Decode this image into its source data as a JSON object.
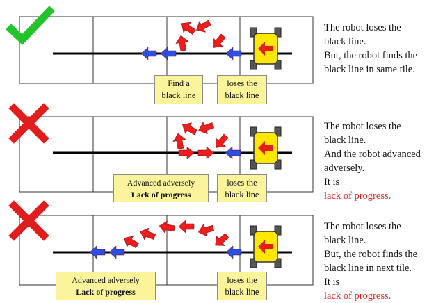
{
  "colors": {
    "check": "#22c42a",
    "cross": "#e01e1e",
    "red_arrow": "#ee1c1c",
    "blue_arrow": "#2b4fe0",
    "robot_body": "#ffe800",
    "callout_bg": "#fbf49a",
    "emphasis": "#e0201c"
  },
  "panels": [
    {
      "status_icon": "check-icon",
      "callouts": [
        {
          "lines": [
            "Find a",
            "black line"
          ],
          "strong": false
        },
        {
          "lines": [
            "loses the",
            "black line"
          ],
          "strong": false
        }
      ],
      "description": {
        "line1": "The robot loses the",
        "line2": "black line.",
        "line3": "But, the robot finds the",
        "line4": "black line in same tile.",
        "line5_prefix": "",
        "line5_red": ""
      }
    },
    {
      "status_icon": "cross-icon",
      "callouts": [
        {
          "lines": [
            "Advanced adversely",
            "Lack of progress"
          ],
          "strong": true
        },
        {
          "lines": [
            "loses the",
            "black line"
          ],
          "strong": false
        }
      ],
      "description": {
        "line1": "The robot loses the",
        "line2": "black line.",
        "line3": "And the robot advanced",
        "line4": "adversely.",
        "line5_prefix": "It is ",
        "line5_red": "lack of progress."
      }
    },
    {
      "status_icon": "cross-icon",
      "callouts": [
        {
          "lines": [
            "Advanced adversely",
            "Lack of progress"
          ],
          "strong": true
        },
        {
          "lines": [
            "loses the",
            "black line"
          ],
          "strong": false
        }
      ],
      "description": {
        "line1": "The robot loses the",
        "line2": "black line.",
        "line3": "But, the robot finds the",
        "line4": "black line in next tile.",
        "line5_prefix": "It is ",
        "line5_red": "lack of progress."
      }
    }
  ]
}
